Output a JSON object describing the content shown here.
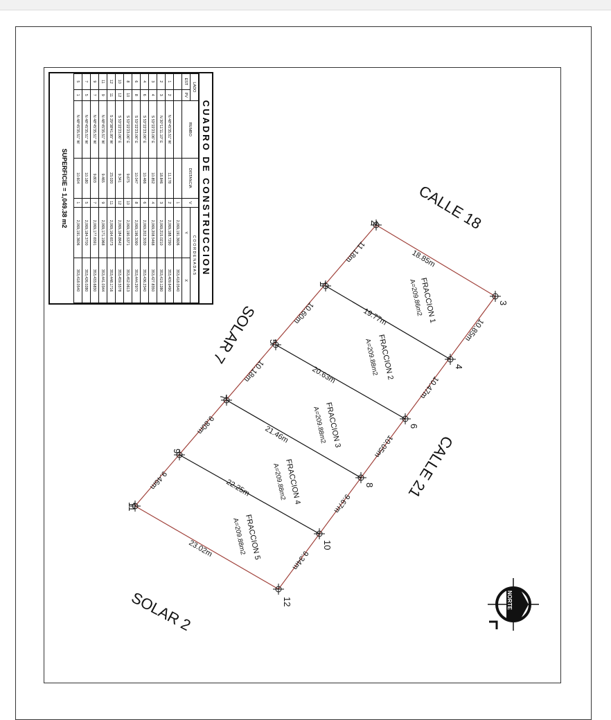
{
  "table": {
    "title": "CUADRO DE CONSTRUCCION",
    "headers": {
      "lado": "LADO",
      "est": "EST",
      "pv": "PV",
      "rumbo": "RUMBO",
      "distancia": "DISTANCIA",
      "v": "V",
      "coordenadas": "C O O R D E N A D A S",
      "y": "Y",
      "x": "X"
    },
    "first_row": {
      "v": "1",
      "y": "2,069,191.3606",
      "x": "353,418.0540"
    },
    "rows": [
      {
        "est": "1",
        "pv": "2",
        "rumbo": "N 48°45'35.51\" W",
        "dist": "11.178",
        "v": "2",
        "y": "2,069,188.7290",
        "x": "353,409.6490"
      },
      {
        "est": "2",
        "pv": "3",
        "rumbo": "N 30°11'11.10\" E",
        "dist": "18.846",
        "v": "3",
        "y": "2,069,215.0210",
        "x": "353,419.1280"
      },
      {
        "est": "3",
        "pv": "4",
        "rumbo": "S 53°22'23.06\" E",
        "dist": "10.852",
        "v": "4",
        "y": "2,069,208.5468",
        "x": "353,427.8350"
      },
      {
        "est": "4",
        "pv": "6",
        "rumbo": "S 53°22'23.06\" E",
        "dist": "10.466",
        "v": "6",
        "y": "2,069,202.3030",
        "x": "353,436.2340"
      },
      {
        "est": "6",
        "pv": "8",
        "rumbo": "S 53°22'23.06\" E",
        "dist": "10.047",
        "v": "8",
        "y": "2,069,196.3090",
        "x": "353,444.2970"
      },
      {
        "est": "8",
        "pv": "10",
        "rumbo": "S 53°22'23.06\" E",
        "dist": "9.675",
        "v": "10",
        "y": "2,069,190.5371",
        "x": "353,452.0613"
      },
      {
        "est": "10",
        "pv": "12",
        "rumbo": "S 53°22'23.06\" E",
        "dist": "9.341",
        "v": "12",
        "y": "2,069,184.8642",
        "x": "353,459.5578"
      },
      {
        "est": "12",
        "pv": "11",
        "rumbo": "S 29°38'41.95\" W",
        "dist": "23.020",
        "v": "11",
        "y": "2,069,164.6573",
        "x": "353,448.1716"
      },
      {
        "est": "11",
        "pv": "9",
        "rumbo": "N 48°45'35.51\" W",
        "dist": "9.465",
        "v": "9",
        "y": "2,069,171.1968",
        "x": "353,441.0344"
      },
      {
        "est": "9",
        "pv": "7",
        "rumbo": "N 48°45'35.51\" W",
        "dist": "9.803",
        "v": "7",
        "y": "2,069,177.6591",
        "x": "353,433.6830"
      },
      {
        "est": "7",
        "pv": "5",
        "rumbo": "N 48°45'35.51\" W",
        "dist": "10.180",
        "v": "5",
        "y": "2,069,184.3700",
        "x": "353,426.0280"
      },
      {
        "est": "5",
        "pv": "1",
        "rumbo": "N 48°45'35.51\" W",
        "dist": "10.604",
        "v": "1",
        "y": "2,069,191.3606",
        "x": "353,418.0540"
      }
    ],
    "superficie": "SUPERFICIE = 1,049.38 m2"
  },
  "plan": {
    "streets": {
      "calle18": "CALLE 18",
      "calle21": "CALLE 21"
    },
    "neighbors": {
      "solar7": "SOLAR 7",
      "solar2": "SOLAR 2"
    },
    "points": [
      "1",
      "2",
      "3",
      "4",
      "5",
      "6",
      "7",
      "8",
      "9",
      "10",
      "11",
      "12"
    ],
    "fractions": [
      {
        "name": "FRACCION 1",
        "area": "A=209.86m2",
        "length": "18.85m"
      },
      {
        "name": "FRACCION 2",
        "area": "A=209.88m2",
        "length": "19.77m"
      },
      {
        "name": "FRACCION 3",
        "area": "A=209.88m2",
        "length": "20.63m"
      },
      {
        "name": "FRACCION 4",
        "area": "A=209.88m2",
        "length": "21.46m"
      },
      {
        "name": "FRACCION 5",
        "area": "A=209.88m2",
        "length": "22.25m"
      }
    ],
    "bottom_length": "23.02m",
    "left_lengths": [
      "11.18m",
      "10.60m",
      "10.18m",
      "9.80m",
      "9.46m"
    ],
    "right_lengths": [
      "10.85m",
      "10.47m",
      "10.05m",
      "9.67m",
      "9.34m"
    ],
    "north": "NORTE",
    "line_color": "#a0413a"
  }
}
